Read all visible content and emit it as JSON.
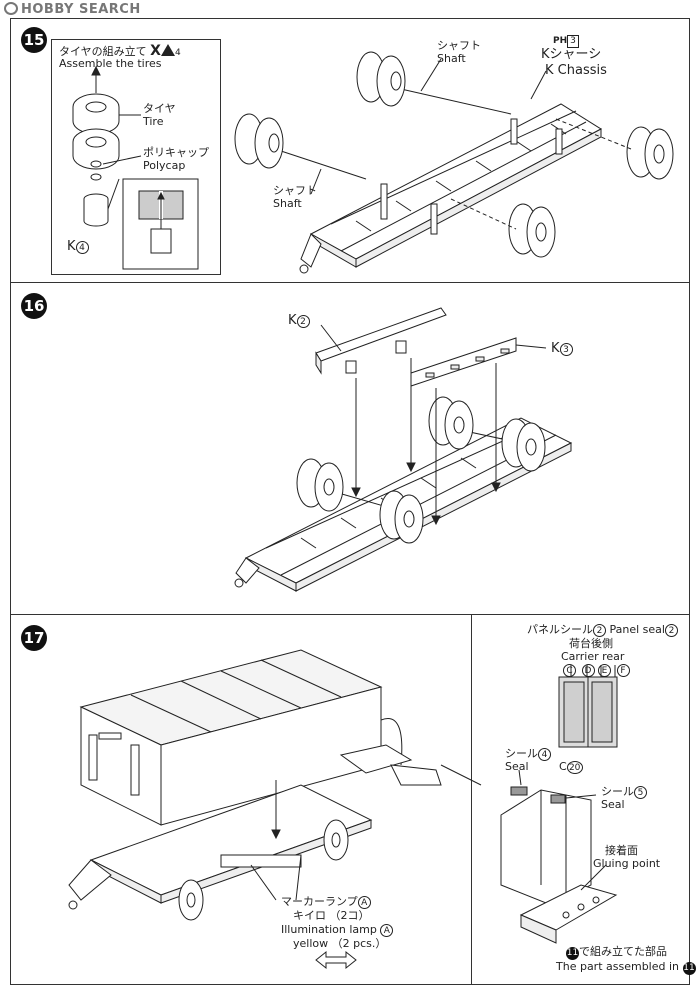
{
  "watermark": "HOBBY SEARCH",
  "steps": [
    {
      "number": "15",
      "tire_box": {
        "title_jp": "タイヤの組み立て",
        "title_x": "X",
        "title_ref": "4",
        "title_en": "Assemble the tires",
        "tire_jp": "タイヤ",
        "tire_en": "Tire",
        "polycap_jp": "ポリキャップ",
        "polycap_en": "Polycap",
        "part_k": "K",
        "part_k_num": "4"
      },
      "shaft_top_jp": "シャフト",
      "shaft_top_en": "Shaft",
      "shaft_left_jp": "シャフト",
      "shaft_left_en": "Shaft",
      "paint_ref": "PH",
      "paint_num": "3",
      "chassis_jp": "Kシャーシ",
      "chassis_en": "K Chassis"
    },
    {
      "number": "16",
      "part_a": "K",
      "part_a_num": "2",
      "part_b": "K",
      "part_b_num": "3"
    },
    {
      "number": "17",
      "marker_jp": "マーカーランプ",
      "marker_jp_ref": "A",
      "marker_jp_qty": "キイロ （2コ）",
      "marker_en": "Illumination lamp",
      "marker_en_ref": "A",
      "marker_en_qty": "yellow （2 pcs.）",
      "inset": {
        "panel_seal_jp": "パネルシール",
        "panel_seal_num": "2",
        "panel_seal_en": "Panel seal",
        "carrier_jp": "荷台後側",
        "carrier_en": "Carrier rear",
        "letters": [
          "C",
          "D",
          "E",
          "F"
        ],
        "seal4_jp": "シール",
        "seal4_num": "4",
        "seal4_en": "Seal",
        "c20": "C",
        "c20_num": "20",
        "seal5_jp": "シール",
        "seal5_num": "5",
        "seal5_en": "Seal",
        "gluing_jp": "接着面",
        "gluing_en": "Gluing point",
        "assembled_num": "11",
        "assembled_jp": "で組み立てた部品",
        "assembled_en": "The part assembled in"
      }
    }
  ]
}
